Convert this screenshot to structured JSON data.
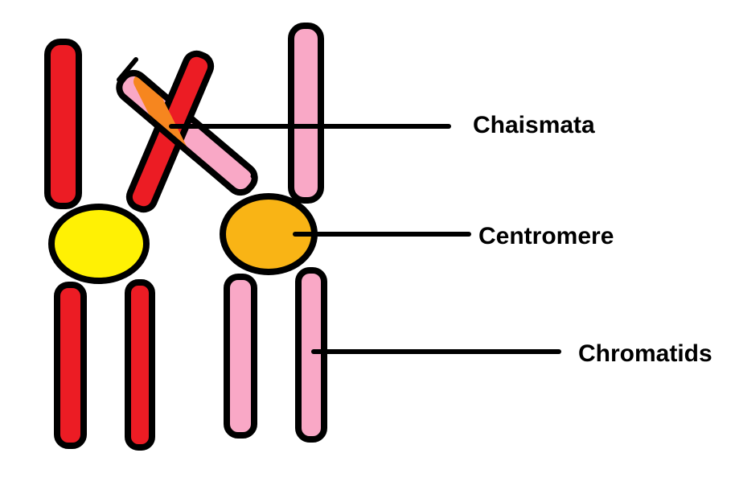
{
  "figure": {
    "background": "#ffffff",
    "labels": {
      "chiasmata": "Chaismata",
      "centromere": "Centromere",
      "chromatids": "Chromatids"
    },
    "colors": {
      "red_chromatid": "#ec1c24",
      "pink_chromatid": "#f9a8c6",
      "yellow_centromere": "#fff104",
      "orange_centromere": "#f9b415",
      "chiasma_crossover": "#f6861f",
      "outline": "#000000",
      "leader_line": "#000000",
      "text": "#000000"
    }
  }
}
